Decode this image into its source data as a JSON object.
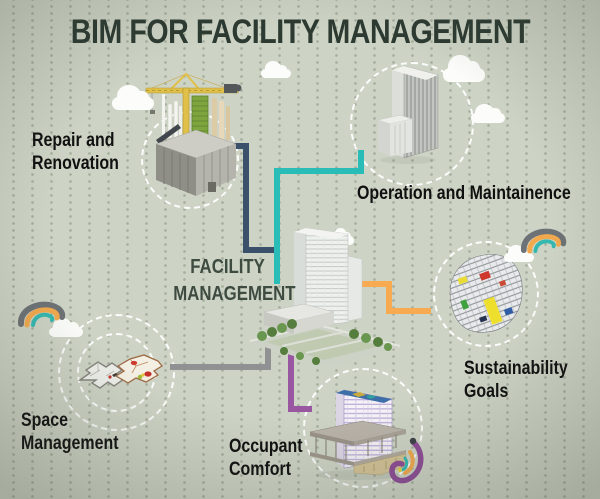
{
  "title": "BIM FOR FACILITY MANAGEMENT",
  "center": {
    "label_line1": "FACILITY",
    "label_line2": "MANAGEMENT",
    "illustration": "office-tower-with-landscaped-campus"
  },
  "nodes": {
    "repair": {
      "label_line1": "Repair and",
      "label_line2": "Renovation",
      "illustration": "tower-crane-construction-site",
      "connector_color": "#3a506b"
    },
    "operation": {
      "label": "Operation and Maintainence",
      "illustration": "highrise-office-tower",
      "connector_color": "#2abcb6"
    },
    "sustainability": {
      "label_line1": "Sustainability",
      "label_line2": "Goals",
      "illustration": "building-facade-with-colored-panels",
      "connector_color": "#f7aa4f"
    },
    "space": {
      "label_line1": "Space",
      "label_line2": "Management",
      "illustration": "isometric-floor-plans",
      "connector_color": "#8f9193"
    },
    "occupant": {
      "label_line1": "Occupant",
      "label_line2": "Comfort",
      "illustration": "open-floor-tower-model",
      "connector_color": "#9a57a1"
    }
  },
  "colors": {
    "background": "#ced4c5",
    "title_text": "#2c3a31",
    "node_label_text": "#101010",
    "center_label_text": "#3d4b40",
    "dashed_circle": "#ffffff"
  },
  "decorations": {
    "clouds_count": 7,
    "swoosh_arc_colors": [
      "#6d7276",
      "#f2a94e",
      "#35b8b0"
    ],
    "swirl_color": "#8e4d96"
  }
}
